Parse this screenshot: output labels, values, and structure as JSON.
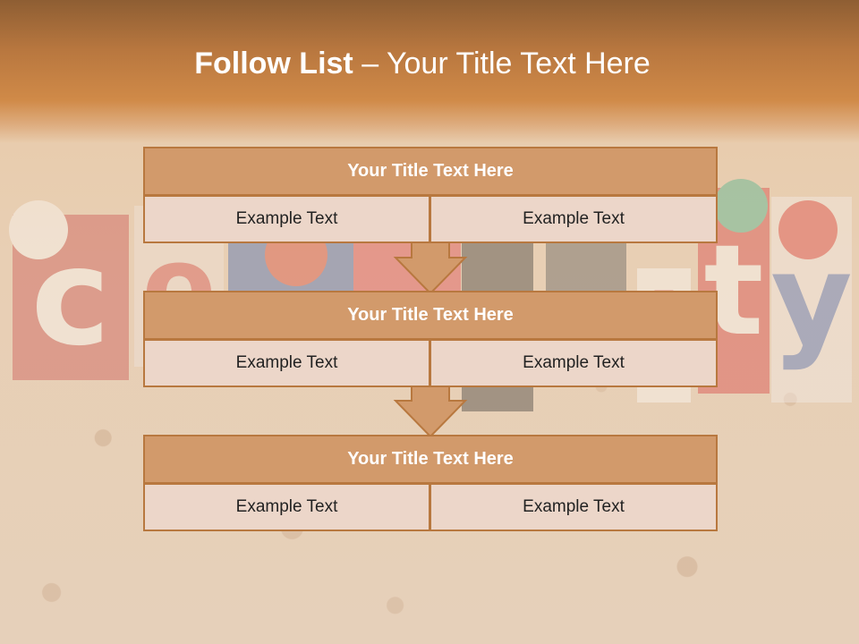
{
  "slide": {
    "title_bold": "Follow List",
    "title_rest": " – Your Title Text Here",
    "background_word": "community",
    "colors": {
      "header": "#b8773f",
      "block_title": "#d29a6b",
      "block_border": "#b8783f",
      "cell_fill": "#ecd6c9"
    }
  },
  "flow": [
    {
      "title": "Your Title Text Here",
      "left": "Example Text",
      "right": "Example Text"
    },
    {
      "title": "Your Title Text Here",
      "left": "Example Text",
      "right": "Example Text"
    },
    {
      "title": "Your Title Text Here",
      "left": "Example Text",
      "right": "Example Text"
    }
  ],
  "icons": {
    "connector": "down-arrow-icon"
  }
}
